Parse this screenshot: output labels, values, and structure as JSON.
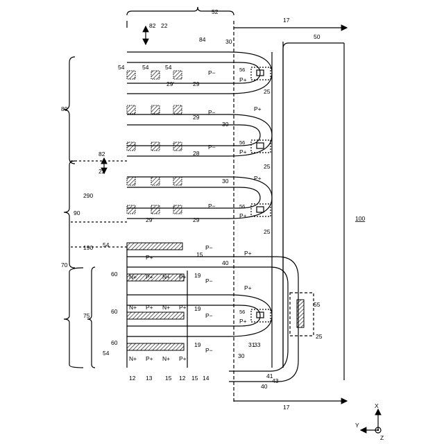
{
  "figure": {
    "ref_labels": {
      "r52": "52",
      "r17": "17",
      "r50": "50",
      "r100": "100",
      "r80": "80",
      "r90": "90",
      "r290": "290",
      "r190": "190",
      "r70": "70",
      "r75": "75",
      "r82": "82",
      "r22": "22",
      "r84": "84",
      "r30": "30",
      "r40": "40",
      "r41": "41",
      "r43": "43",
      "r31": "31",
      "r33": "33",
      "r25": "25",
      "r55": "55",
      "r56": "56",
      "r54": "54",
      "r60": "60",
      "r19": "19",
      "r12": "12",
      "r13": "13",
      "r14": "14",
      "r15": "15",
      "r28": "28",
      "r29": "29",
      "r29p": "29'"
    },
    "doping": {
      "pminus": "P−",
      "pplus": "P+",
      "nplus": "N+"
    },
    "axes": {
      "x": "X",
      "y": "Y",
      "z": "Z"
    }
  }
}
